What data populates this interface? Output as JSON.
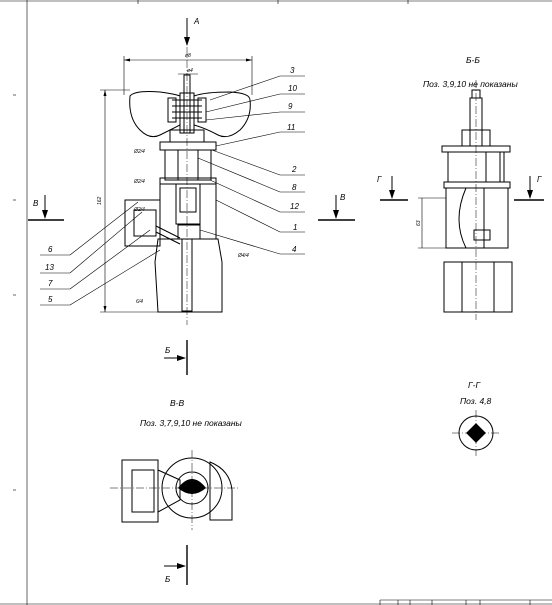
{
  "views": {
    "main": {
      "view_arrow": "А",
      "section_mark": "В",
      "section_mark_lower": "Б",
      "dim_top": "ø8",
      "dim_small": "ø4",
      "dim_height": "162",
      "notes": [
        "Ø2/4",
        "Ø2/4",
        "Ø2/4",
        "Ø4/4",
        "6/4"
      ]
    },
    "section_bb": {
      "title": "Б-Б",
      "note": "Поз. 3,9,10 не показаны",
      "cut_mark": "Г",
      "dim": "63"
    },
    "section_vv": {
      "title": "В-В",
      "note": "Поз. 3,7,9,10 не показаны"
    },
    "section_gg": {
      "title": "Г-Г",
      "note": "Поз. 4,8"
    }
  },
  "callouts_right": [
    "3",
    "10",
    "9",
    "11",
    "2",
    "8",
    "12",
    "1",
    "4"
  ],
  "callouts_left": [
    "6",
    "13",
    "7",
    "5"
  ],
  "colors": {
    "ink": "#000000",
    "paper": "#ffffff",
    "rubber": "#b0b0b0"
  }
}
